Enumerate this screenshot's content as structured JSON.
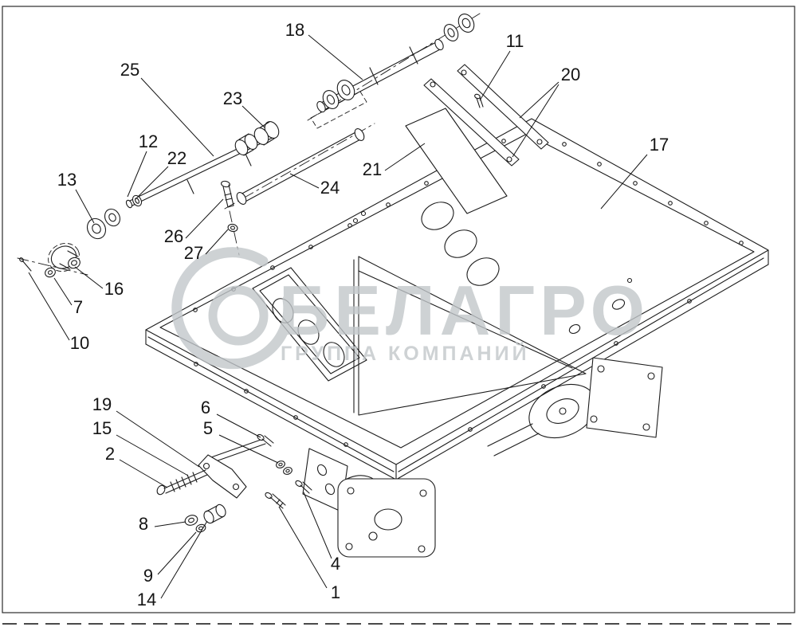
{
  "document": {
    "kind": "exploded-parts-diagram",
    "background_color": "#ffffff",
    "line_color": "#1c1c1c"
  },
  "watermark": {
    "title": "БЕЛАГРО",
    "subtitle": "ГРУППА КОМПАНИЙ",
    "color": "#c2c7ca"
  },
  "callouts": {
    "c1": "1",
    "c2": "2",
    "c4": "4",
    "c5": "5",
    "c6": "6",
    "c7": "7",
    "c8": "8",
    "c9": "9",
    "c10": "10",
    "c11": "11",
    "c12": "12",
    "c13": "13",
    "c14": "14",
    "c15": "15",
    "c16": "16",
    "c17": "17",
    "c18": "18",
    "c19": "19",
    "c20": "20",
    "c21": "21",
    "c22": "22",
    "c23": "23",
    "c24": "24",
    "c25": "25",
    "c26": "26",
    "c27": "27"
  }
}
